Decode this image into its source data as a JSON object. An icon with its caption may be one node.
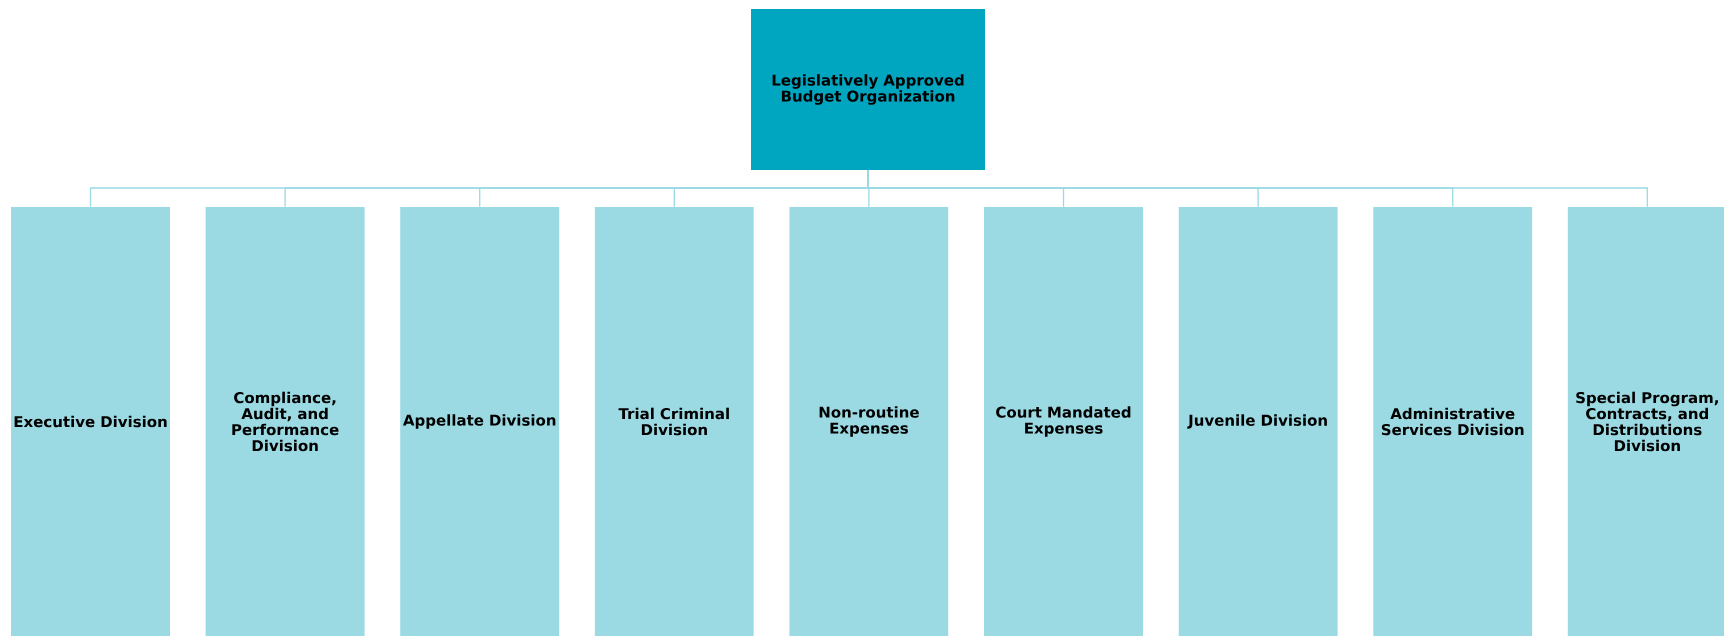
{
  "diagram": {
    "nodes": [
      {
        "text": [
          "Legislatively Approved Budget Organization"
        ]
      },
      {
        "text": [
          "Executive Division"
        ]
      },
      {
        "text": [
          "Compliance, Audit, and Performance Division"
        ]
      },
      {
        "text": [
          "Appellate Division"
        ]
      },
      {
        "text": [
          "Trial Criminal Division"
        ]
      },
      {
        "text": [
          "Non-routine Expenses"
        ]
      },
      {
        "text": [
          "Court Mandated Expenses"
        ]
      },
      {
        "text": [
          "Juvenile Division"
        ]
      },
      {
        "text": [
          "Administrative Services Division"
        ]
      },
      {
        "text": [
          "Special Program, Contracts, and Distributions Division"
        ]
      }
    ],
    "edges": [
      {
        "from": 0,
        "to": 1,
        "arrow": "none"
      },
      {
        "from": 0,
        "to": 2,
        "arrow": "none"
      },
      {
        "from": 0,
        "to": 3,
        "arrow": "none"
      },
      {
        "from": 0,
        "to": 4,
        "arrow": "none"
      },
      {
        "from": 0,
        "to": 5,
        "arrow": "none"
      },
      {
        "from": 0,
        "to": 6,
        "arrow": "none"
      },
      {
        "from": 0,
        "to": 7,
        "arrow": "none"
      },
      {
        "from": 0,
        "to": 8,
        "arrow": "none"
      },
      {
        "from": 0,
        "to": 9,
        "arrow": "none"
      }
    ]
  }
}
